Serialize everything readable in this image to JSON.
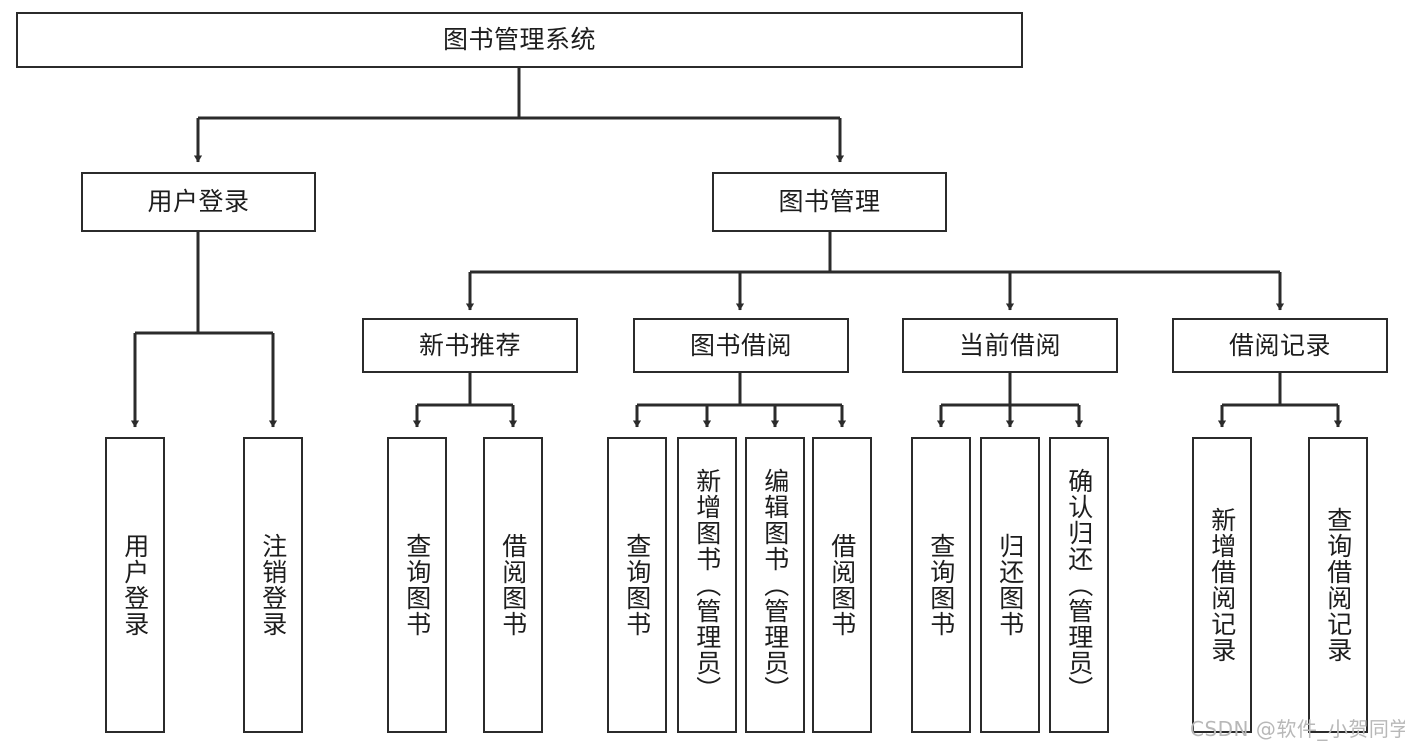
{
  "diagram": {
    "title": "图书管理系统",
    "type": "tree-hierarchy-chart",
    "root": {
      "label": "图书管理系统"
    },
    "level2": [
      {
        "label": "用户登录"
      },
      {
        "label": "图书管理"
      }
    ],
    "level3": [
      {
        "label": "新书推荐"
      },
      {
        "label": "图书借阅"
      },
      {
        "label": "当前借阅"
      },
      {
        "label": "借阅记录"
      }
    ],
    "leaves": {
      "user_login": [
        {
          "label": "用户登录"
        },
        {
          "label": "注销登录"
        }
      ],
      "new_book_recommend": [
        {
          "label": "查询图书"
        },
        {
          "label": "借阅图书"
        }
      ],
      "book_borrow": [
        {
          "label": "查询图书"
        },
        {
          "label": "新增图书（管理员）"
        },
        {
          "label": "编辑图书（管理员）"
        },
        {
          "label": "借阅图书"
        }
      ],
      "current_borrow": [
        {
          "label": "查询图书"
        },
        {
          "label": "归还图书"
        },
        {
          "label": "确认归还（管理员）"
        }
      ],
      "borrow_record": [
        {
          "label": "新增借阅记录"
        },
        {
          "label": "查询借阅记录"
        }
      ]
    }
  },
  "watermark": {
    "text": "CSDN @软件_小贺同学"
  },
  "colors": {
    "stroke": "#2b2b2b",
    "text": "#1d1d1d",
    "background": "#ffffff",
    "watermark": "#b8b8b8"
  }
}
